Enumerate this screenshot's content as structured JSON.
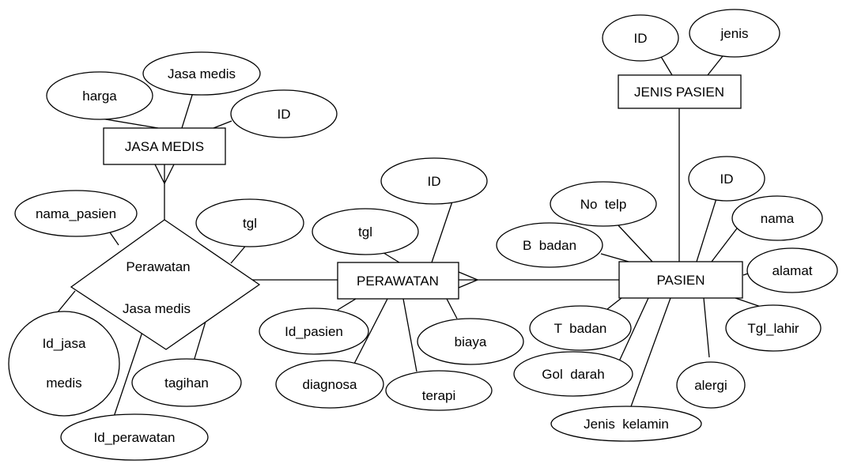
{
  "entities": {
    "jasa_medis": "JASA MEDIS",
    "jenis_pasien": "JENIS PASIEN",
    "perawatan": "PERAWATAN",
    "pasien": "PASIEN"
  },
  "relationship": {
    "line1": "Perawatan",
    "line2": "Jasa medis"
  },
  "attributes": {
    "jm_harga": "harga",
    "jm_jasa_medis": "Jasa medis",
    "jm_id": "ID",
    "jp_id": "ID",
    "jp_jenis": "jenis",
    "rel_nama_pasien": "nama_pasien",
    "rel_tgl": "tgl",
    "rel_id_jasa_1": "Id_jasa",
    "rel_id_jasa_2": "medis",
    "rel_tagihan": "tagihan",
    "rel_id_perawatan": "Id_perawatan",
    "pr_id": "ID",
    "pr_tgl": "tgl",
    "pr_id_pasien": "Id_pasien",
    "pr_biaya": "biaya",
    "pr_diagnosa": "diagnosa",
    "pr_terapi": "terapi",
    "ps_no_telp": "No  telp",
    "ps_id": "ID",
    "ps_nama": "nama",
    "ps_b_badan": "B  badan",
    "ps_alamat": "alamat",
    "ps_t_badan": "T  badan",
    "ps_tgl_lahir": "Tgl_lahir",
    "ps_gol_darah": "Gol  darah",
    "ps_alergi": "alergi",
    "ps_jenis_kelamin": "Jenis  kelamin"
  }
}
